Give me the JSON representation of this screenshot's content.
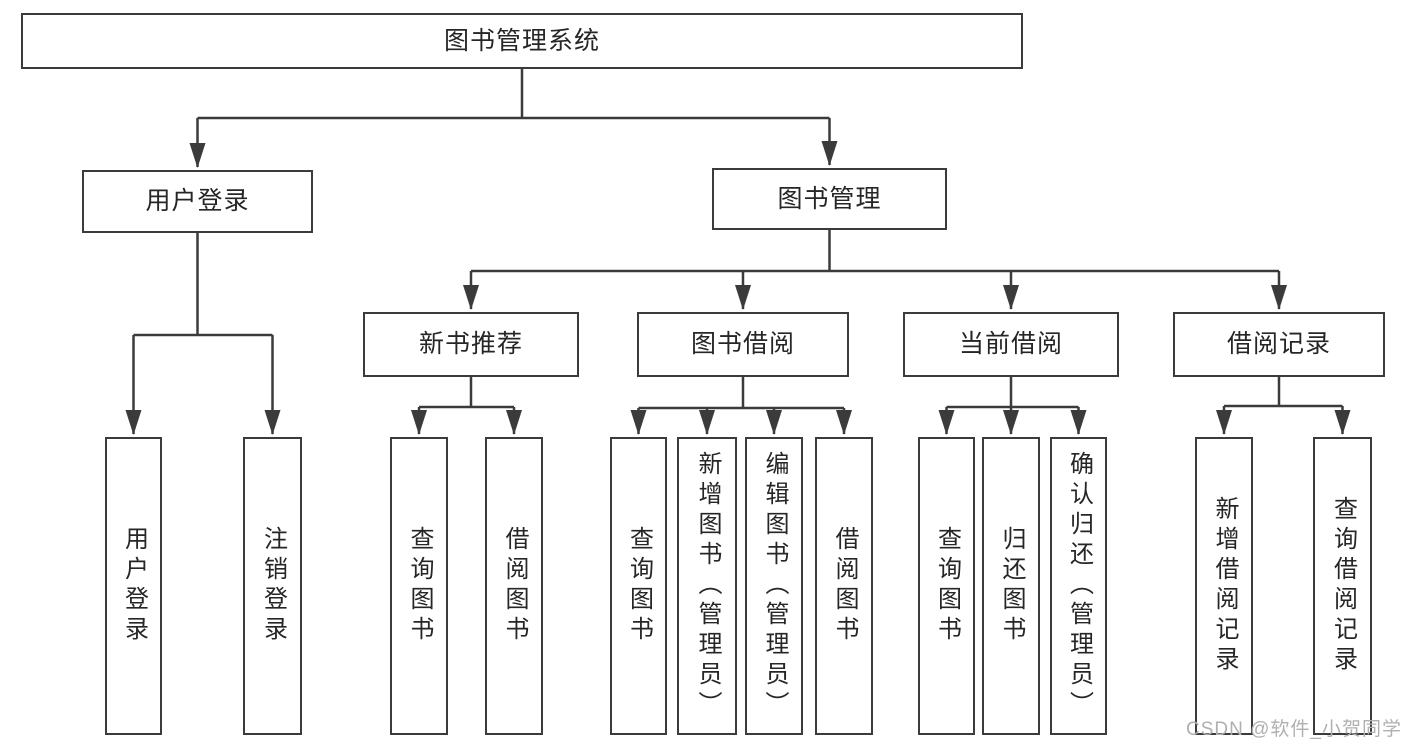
{
  "colors": {
    "line": "#3b3b3b",
    "box_border": "#3b3b3b",
    "text": "#262626",
    "watermark": "#b0b0b0",
    "background": "#ffffff"
  },
  "tree": {
    "root": {
      "label": "图书管理系统",
      "children": [
        {
          "label": "用户登录",
          "children": [
            {
              "label": "用户登录"
            },
            {
              "label": "注销登录"
            }
          ]
        },
        {
          "label": "图书管理",
          "children": [
            {
              "label": "新书推荐",
              "children": [
                {
                  "label": "查询图书"
                },
                {
                  "label": "借阅图书"
                }
              ]
            },
            {
              "label": "图书借阅",
              "children": [
                {
                  "label": "查询图书"
                },
                {
                  "label": "新增图书（管理员）"
                },
                {
                  "label": "编辑图书（管理员）"
                },
                {
                  "label": "借阅图书"
                }
              ]
            },
            {
              "label": "当前借阅",
              "children": [
                {
                  "label": "查询图书"
                },
                {
                  "label": "归还图书"
                },
                {
                  "label": "确认归还（管理员）"
                }
              ]
            },
            {
              "label": "借阅记录",
              "children": [
                {
                  "label": "新增借阅记录"
                },
                {
                  "label": "查询借阅记录"
                }
              ]
            }
          ]
        }
      ]
    }
  },
  "watermark": {
    "text": "CSDN @软件_小贺同学"
  }
}
